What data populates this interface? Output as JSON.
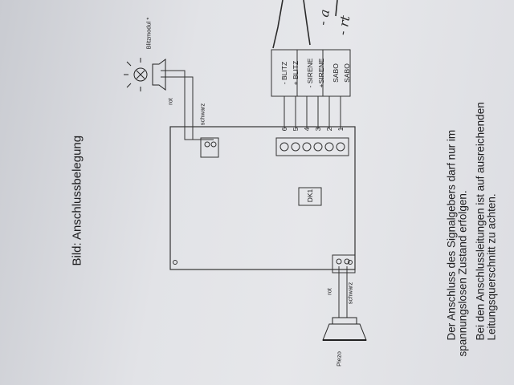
{
  "title": "Bild: Anschlussbelegung",
  "labels": {
    "blitzmodul": "Blitzmodul *",
    "rot": "rot",
    "schwarz": "schwarz",
    "piezo": "Piezo",
    "dk1": "DK1"
  },
  "terminals": [
    {
      "num": "6",
      "label": "- BLITZ"
    },
    {
      "num": "5",
      "label": "+ BLITZ"
    },
    {
      "num": "4",
      "label": "- SIRENE"
    },
    {
      "num": "3",
      "label": "+SIRENE"
    },
    {
      "num": "2",
      "label": "SABO"
    },
    {
      "num": "1",
      "label": "SABO"
    }
  ],
  "handwriting": [
    "- a",
    "- rt"
  ],
  "note": {
    "line1": "Der Anschluss des Signalgebers darf nur im",
    "line2": "spannungslosen Zustand erfolgen.",
    "line3": "Bei den Anschlussleitungen ist auf ausreichenden",
    "line4": "Leitungsquerschnitt zu achten."
  }
}
